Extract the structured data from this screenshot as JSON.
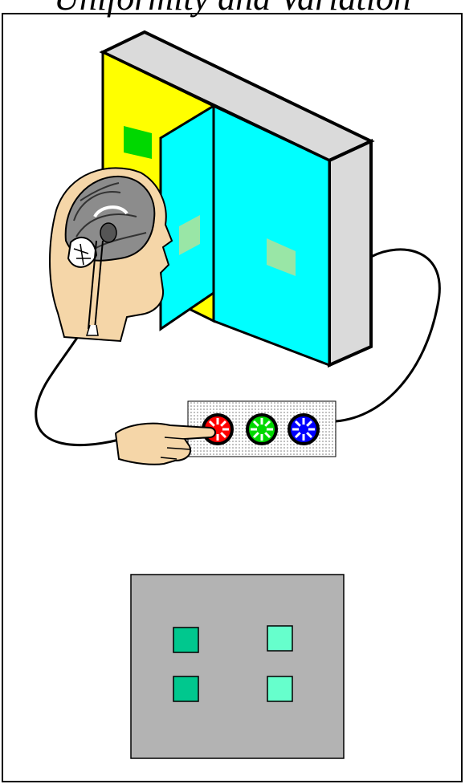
{
  "title": "Uniformity and Variation",
  "colors": {
    "back_wall": "#ffff00",
    "panels": "#00ffff",
    "board_side": "#dadada",
    "patch_green": "#00d800",
    "patch_light": "#99e6a6",
    "button_red": "#ff0000",
    "button_green": "#00d800",
    "button_blue": "#0000ff",
    "display_bg": "#b3b3b3",
    "square_dark": "#00c88e",
    "square_light": "#66ffcc",
    "skin": "#f5d6a8"
  },
  "icons": [
    "head-brain-icon",
    "pointing-hand-icon"
  ],
  "buttons": [
    "red",
    "green",
    "blue"
  ]
}
